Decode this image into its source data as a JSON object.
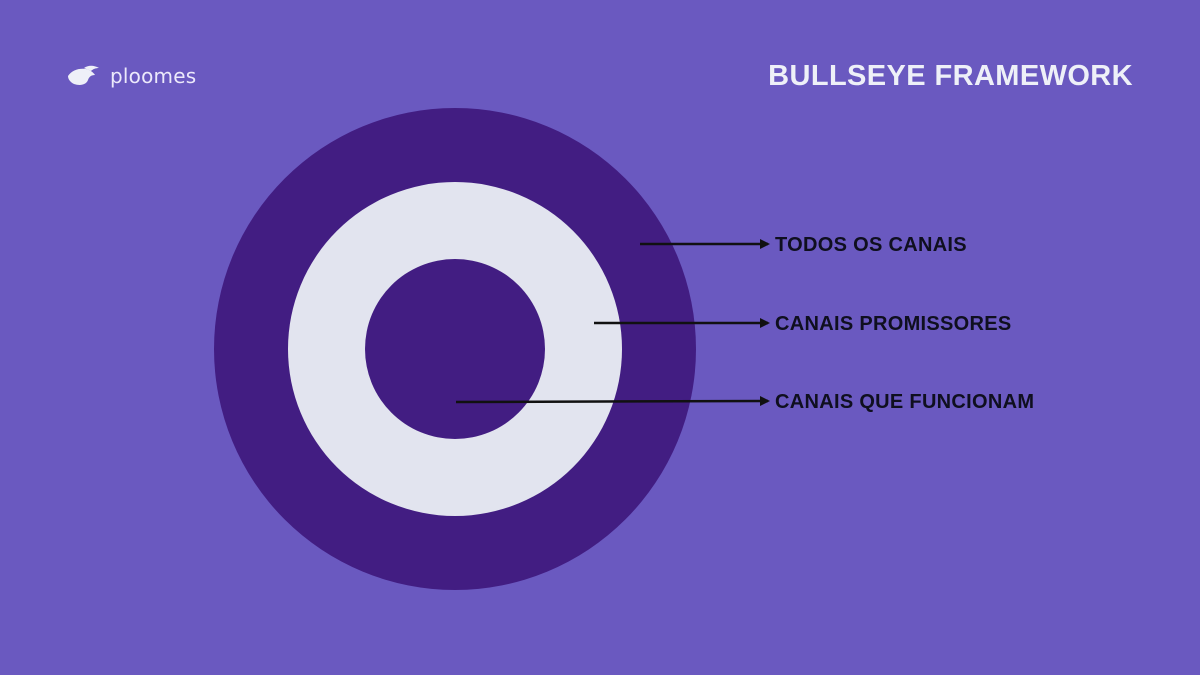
{
  "brand": {
    "name": "ploomes",
    "icon": "ploomes-logo-icon"
  },
  "title": "BULLSEYE FRAMEWORK",
  "rings": [
    {
      "label": "TODOS OS CANAIS"
    },
    {
      "label": "CANAIS PROMISSORES"
    },
    {
      "label": "CANAIS QUE FUNCIONAM"
    }
  ],
  "colors": {
    "background": "#6a59c0",
    "outer_ring": "#421d82",
    "middle_ring": "#e2e4ef",
    "inner_circle": "#421d82",
    "arrow": "#111111",
    "title_text": "#eef0f8",
    "label_text": "#0f0f1f"
  }
}
